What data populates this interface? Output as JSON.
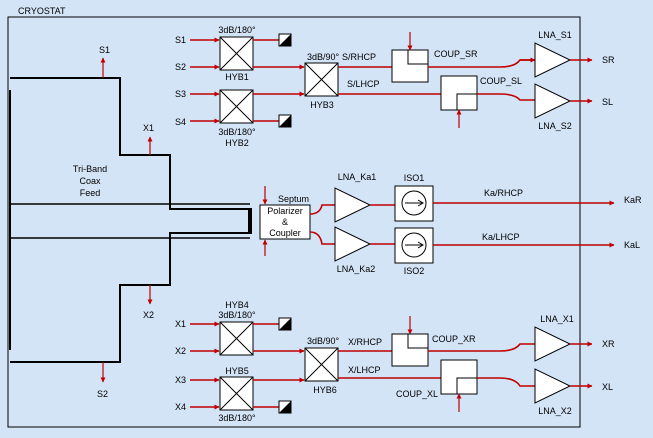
{
  "title": "CRYOSTAT",
  "feed": {
    "line1": "Tri-Band",
    "line2": "Coax",
    "line3": "Feed"
  },
  "ports": {
    "s1": "S1",
    "x1": "X1",
    "x2": "X2",
    "s2": "S2"
  },
  "s_inputs": [
    "S1",
    "S2",
    "S3",
    "S4"
  ],
  "x_inputs": [
    "X1",
    "X2",
    "X3",
    "X4"
  ],
  "hyb1": {
    "spec": "3dB/180°",
    "name": "HYB1"
  },
  "hyb2": {
    "spec": "3dB/180°",
    "name": "HYB2"
  },
  "hyb3": {
    "spec": "3dB/90°",
    "name": "HYB3"
  },
  "hyb4": {
    "spec": "3dB/180°",
    "name": "HYB4"
  },
  "hyb5": {
    "spec": "3dB/180°",
    "name": "HYB5"
  },
  "hyb6": {
    "spec": "3dB/90°",
    "name": "HYB6"
  },
  "s_rhcp": "S/RHCP",
  "s_lhcp": "S/LHCP",
  "x_rhcp": "X/RHCP",
  "x_lhcp": "X/LHCP",
  "coup_sr": "COUP_SR",
  "coup_sl": "COUP_SL",
  "coup_xr": "COUP_XR",
  "coup_xl": "COUP_XL",
  "lna_s1": "LNA_S1",
  "lna_s2": "LNA_S2",
  "lna_x1": "LNA_X1",
  "lna_x2": "LNA_X2",
  "lna_ka1": "LNA_Ka1",
  "lna_ka2": "LNA_Ka2",
  "iso1": "ISO1",
  "iso2": "ISO2",
  "septum": {
    "line1": "Septum",
    "line2": "Polarizer",
    "line3": "&",
    "line4": "Coupler"
  },
  "ka_rhcp": "Ka/RHCP",
  "ka_lhcp": "Ka/LHCP",
  "outputs": {
    "sr": "SR",
    "sl": "SL",
    "kar": "KaR",
    "kal": "KaL",
    "xr": "XR",
    "xl": "XL"
  },
  "colors": {
    "background": "#d4e4f7",
    "signal": "#c00000"
  }
}
